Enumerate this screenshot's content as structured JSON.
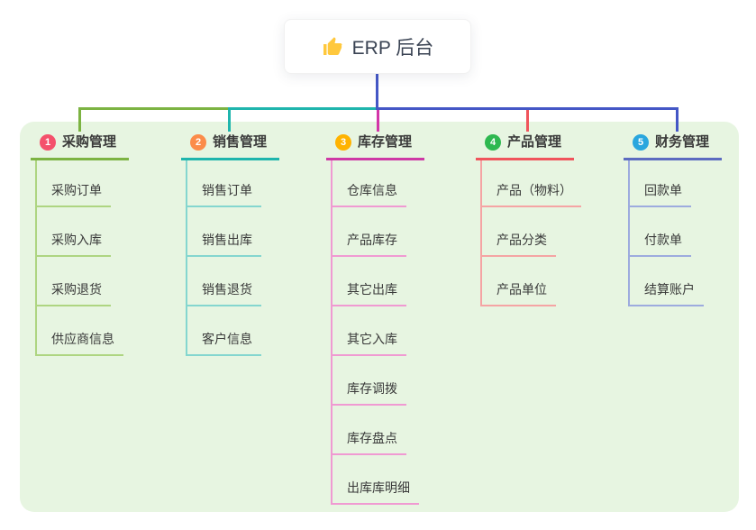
{
  "root": {
    "label": "ERP 后台",
    "icon": "thumbs-up-icon",
    "icon_color": "#ffc83d"
  },
  "canvas": {
    "background": "#ffffff",
    "panel_background": "#e7f5e1",
    "trunk_color": "#4457c6"
  },
  "branches": [
    {
      "badge": "1",
      "title": "采购管理",
      "badge_color": "#f4516c",
      "line_color": "#7cb342",
      "connector_color": "#7cb342",
      "light_color": "#aed581",
      "children": [
        "采购订单",
        "采购入库",
        "采购退货",
        "供应商信息"
      ]
    },
    {
      "badge": "2",
      "title": "销售管理",
      "badge_color": "#fb8c4a",
      "line_color": "#1fb5ad",
      "connector_color": "#1fb5ad",
      "light_color": "#84d6cf",
      "children": [
        "销售订单",
        "销售出库",
        "销售退货",
        "客户信息"
      ]
    },
    {
      "badge": "3",
      "title": "库存管理",
      "badge_color": "#ffb300",
      "line_color": "#ce39a5",
      "connector_color": "#d335a8",
      "light_color": "#f09ad2",
      "children": [
        "仓库信息",
        "产品库存",
        "其它出库",
        "其它入库",
        "库存调拨",
        "库存盘点",
        "出库库明细"
      ]
    },
    {
      "badge": "4",
      "title": "产品管理",
      "badge_color": "#2eb850",
      "line_color": "#f0545c",
      "connector_color": "#f0545c",
      "light_color": "#f5a4a4",
      "children": [
        "产品（物料）",
        "产品分类",
        "产品单位"
      ]
    },
    {
      "badge": "5",
      "title": "财务管理",
      "badge_color": "#29a6de",
      "line_color": "#5c6bc0",
      "connector_color": "#4457c6",
      "light_color": "#9dabde",
      "children": [
        "回款单",
        "付款单",
        "结算账户"
      ]
    }
  ]
}
